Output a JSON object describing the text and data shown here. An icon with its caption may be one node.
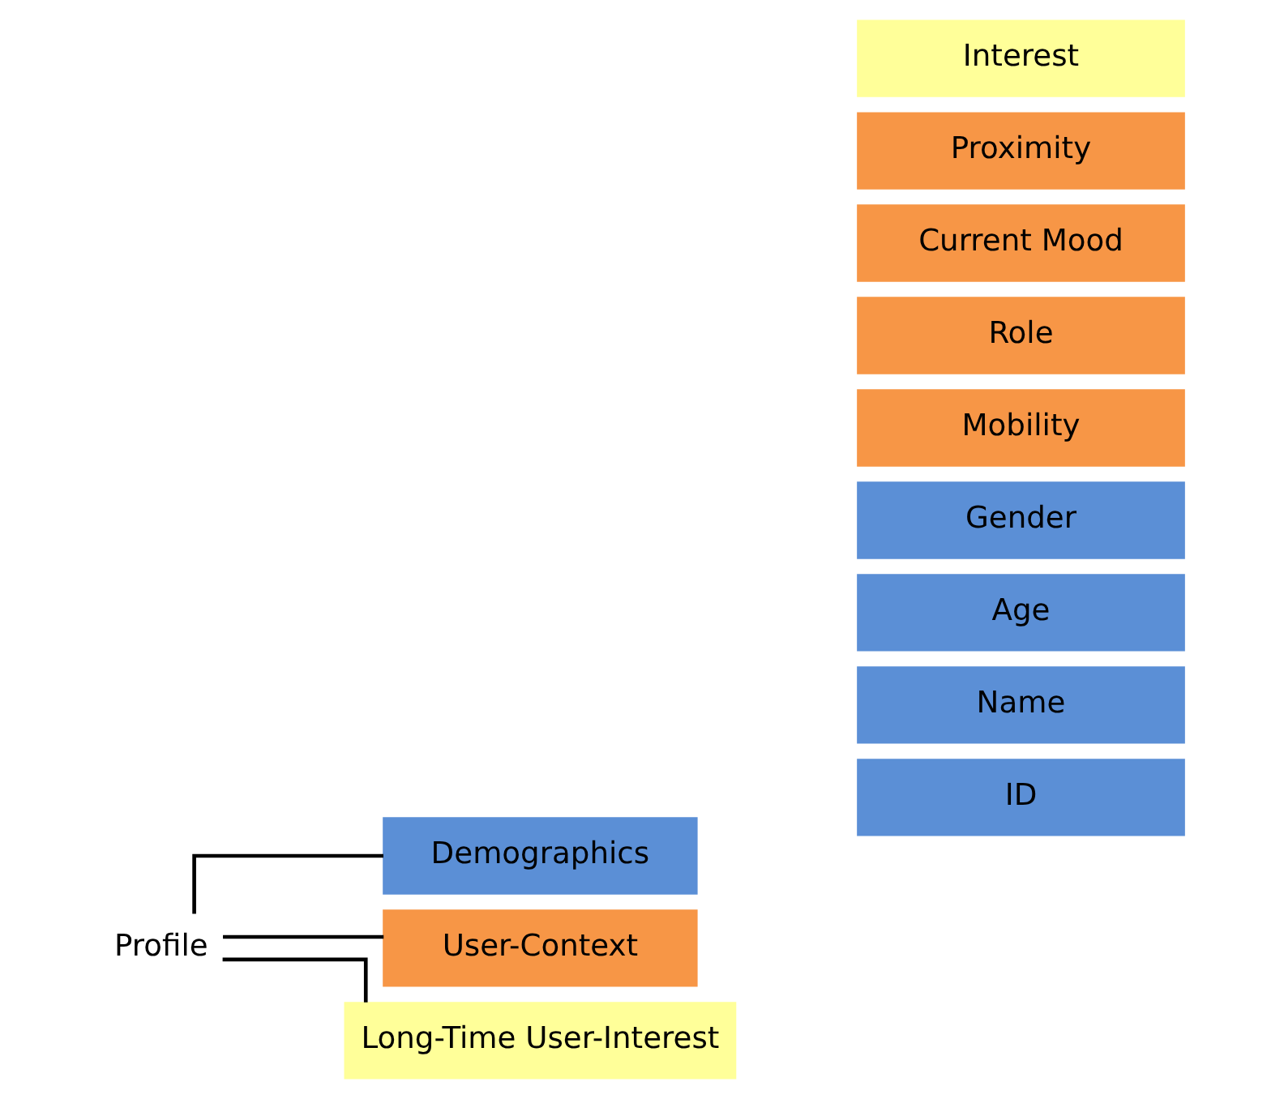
{
  "diagram": {
    "nodes": [
      {
        "text": [
          "Profile"
        ]
      },
      {
        "text": [
          "Demographics"
        ]
      },
      {
        "text": [
          "User-Context"
        ]
      },
      {
        "text": [
          "Long-Time User-Interest"
        ]
      },
      {
        "text": [
          "ID"
        ]
      },
      {
        "text": [
          "Name"
        ]
      },
      {
        "text": [
          "Age"
        ]
      },
      {
        "text": [
          "Gender"
        ]
      },
      {
        "text": [
          "Mobility"
        ]
      },
      {
        "text": [
          "Role"
        ]
      },
      {
        "text": [
          "Current Mood"
        ]
      },
      {
        "text": [
          "Proximity"
        ]
      },
      {
        "text": [
          "Interest"
        ]
      }
    ],
    "edges": [
      {
        "from": 0,
        "to": 1,
        "arrow": "none"
      },
      {
        "from": 0,
        "to": 2,
        "arrow": "none"
      },
      {
        "from": 0,
        "to": 3,
        "arrow": "none"
      }
    ]
  }
}
